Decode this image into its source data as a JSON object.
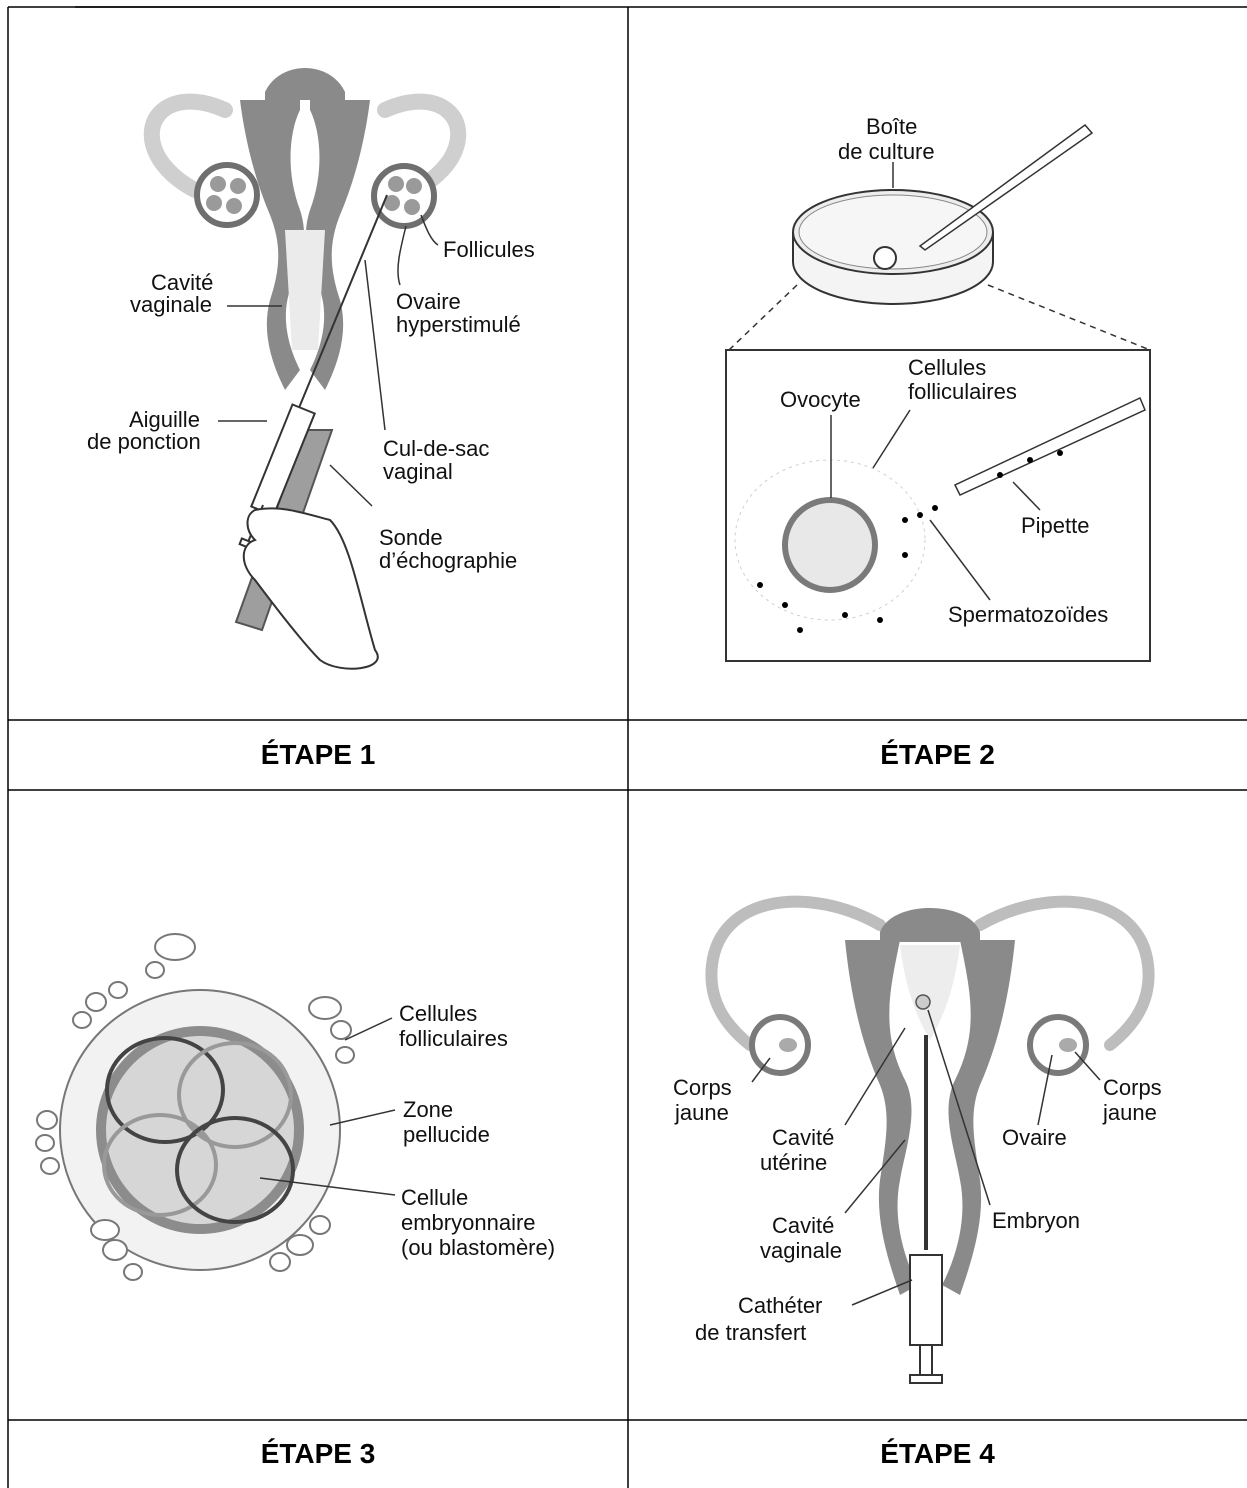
{
  "steps": [
    {
      "title": "ÉTAPE 1"
    },
    {
      "title": "ÉTAPE 2"
    },
    {
      "title": "ÉTAPE 3"
    },
    {
      "title": "ÉTAPE 4"
    }
  ],
  "step1": {
    "follicules": "Follicules",
    "cavite_1": "Cavité",
    "cavite_2": "vaginale",
    "ovaire_1": "Ovaire",
    "ovaire_2": "hyperstimulé",
    "aiguille_1": "Aiguille",
    "aiguille_2": "de ponction",
    "culdesac_1": "Cul-de-sac",
    "culdesac_2": "vaginal",
    "sonde_1": "Sonde",
    "sonde_2": "d’échographie"
  },
  "step2": {
    "boite_1": "Boîte",
    "boite_2": "de culture",
    "cellules_1": "Cellules",
    "cellules_2": "folliculaires",
    "ovocyte": "Ovocyte",
    "pipette": "Pipette",
    "sperm": "Spermatozoïdes"
  },
  "step3": {
    "cellules_1": "Cellules",
    "cellules_2": "folliculaires",
    "zone_1": "Zone",
    "zone_2": "pellucide",
    "cellule_1": "Cellule",
    "cellule_2": "embryonnaire",
    "cellule_3": "(ou blastomère)"
  },
  "step4": {
    "corps_l_1": "Corps",
    "corps_l_2": "jaune",
    "corps_r_1": "Corps",
    "corps_r_2": "jaune",
    "uterine_1": "Cavité",
    "uterine_2": "utérine",
    "ovaire": "Ovaire",
    "vaginale_1": "Cavité",
    "vaginale_2": "vaginale",
    "embryon": "Embryon",
    "catheter_1": "Cathéter",
    "catheter_2": "de transfert"
  }
}
